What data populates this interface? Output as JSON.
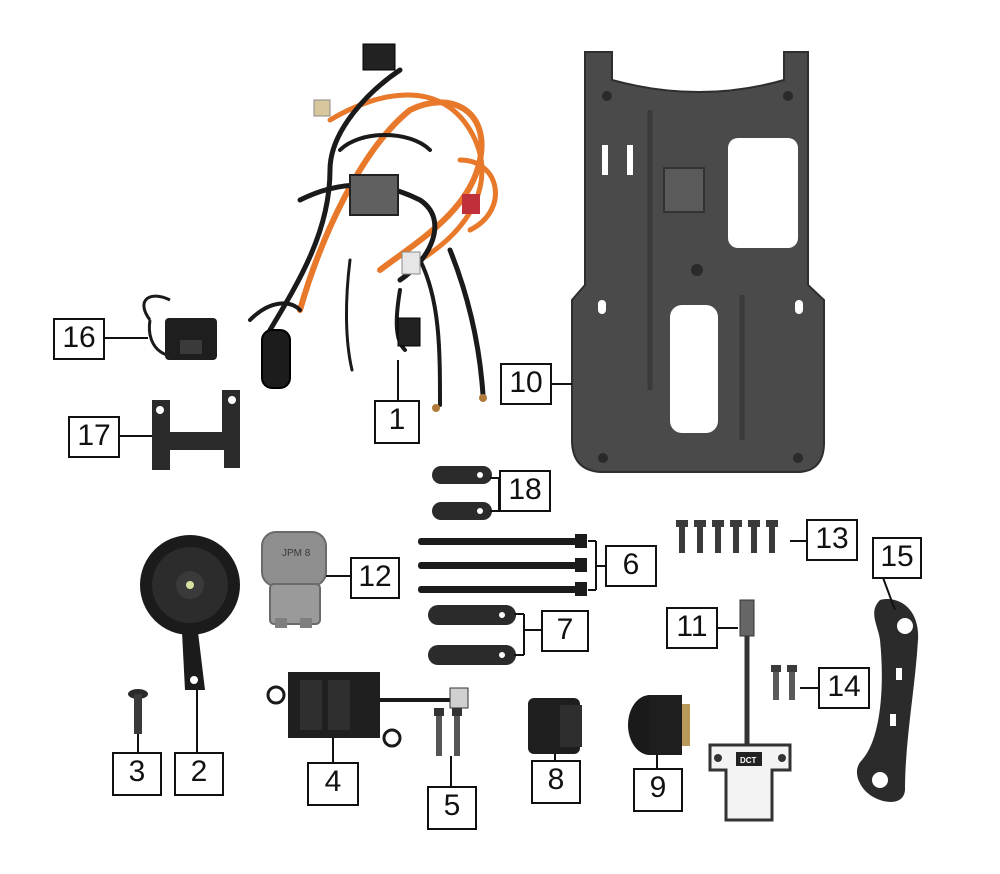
{
  "callouts": {
    "c1": "1",
    "c2": "2",
    "c3": "3",
    "c4": "4",
    "c5": "5",
    "c6": "6",
    "c7": "7",
    "c8": "8",
    "c9": "9",
    "c10": "10",
    "c11": "11",
    "c12": "12",
    "c13": "13",
    "c14": "14",
    "c15": "15",
    "c16": "16",
    "c17": "17",
    "c18": "18"
  },
  "labels": {
    "horn_relay_marking": "JPM 8",
    "module_marking": "DCT"
  },
  "colors": {
    "part_dark": "#2b2b2b",
    "plate": "#4a4a4a",
    "harness_orange": "#e8782a",
    "harness_black": "#1a1a1a",
    "relay_gray": "#8f8f8f"
  }
}
